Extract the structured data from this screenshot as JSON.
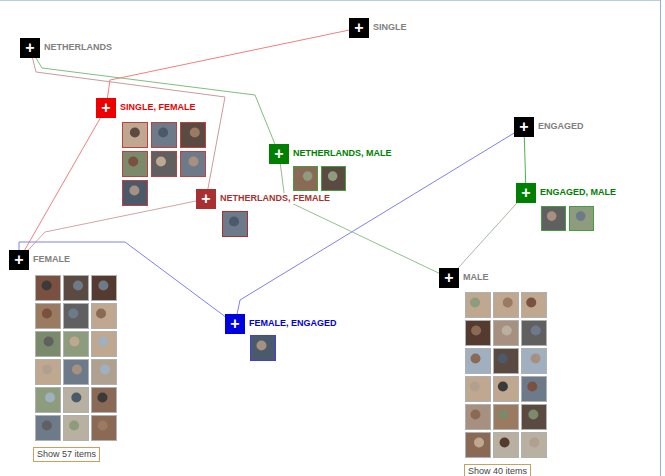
{
  "diagram": {
    "nodes": [
      {
        "text": [
          "+",
          "NETHERLANDS"
        ]
      },
      {
        "text": [
          "+",
          "SINGLE"
        ]
      },
      {
        "text": [
          "+",
          "SINGLE, FEMALE"
        ]
      },
      {
        "text": [
          "+",
          "NETHERLANDS, MALE"
        ]
      },
      {
        "text": [
          "+",
          "ENGAGED"
        ]
      },
      {
        "text": [
          "+",
          "ENGAGED, MALE"
        ]
      },
      {
        "text": [
          "+",
          "NETHERLANDS, FEMALE"
        ]
      },
      {
        "text": [
          "+",
          "FEMALE"
        ]
      },
      {
        "text": [
          "+",
          "FEMALE, ENGAGED"
        ]
      },
      {
        "text": [
          "+",
          "MALE"
        ]
      },
      {
        "text": [
          "Show 57 items"
        ]
      },
      {
        "text": [
          "Show 40 items"
        ]
      }
    ],
    "edges": [
      {
        "from": 0,
        "to": 3,
        "arrow": "none"
      },
      {
        "from": 0,
        "to": 6,
        "arrow": "none"
      },
      {
        "from": 1,
        "to": 2,
        "arrow": "none"
      },
      {
        "from": 7,
        "to": 2,
        "arrow": "none"
      },
      {
        "from": 7,
        "to": 6,
        "arrow": "none"
      },
      {
        "from": 4,
        "to": 5,
        "arrow": "none"
      },
      {
        "from": 4,
        "to": 8,
        "arrow": "none"
      },
      {
        "from": 7,
        "to": 8,
        "arrow": "none"
      },
      {
        "from": 3,
        "to": 9,
        "arrow": "none"
      },
      {
        "from": 9,
        "to": 5,
        "arrow": "none"
      }
    ]
  }
}
